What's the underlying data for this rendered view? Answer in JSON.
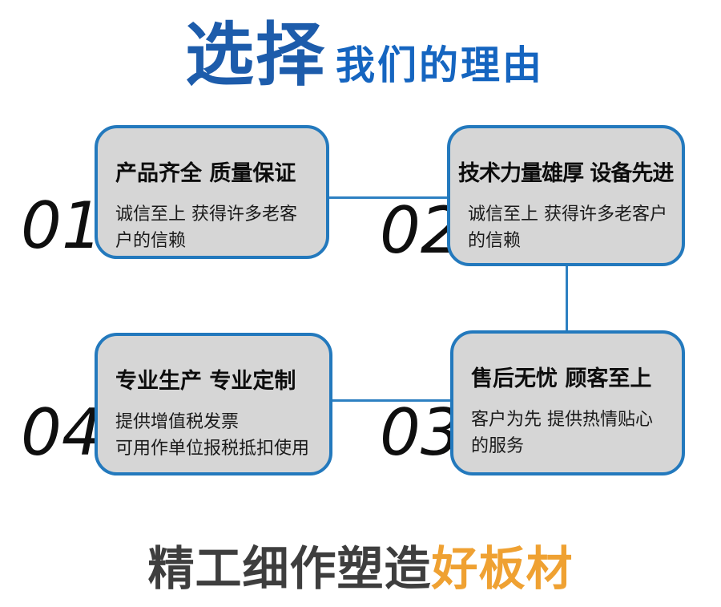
{
  "header": {
    "highlight": "选择",
    "rest": "我们的理由"
  },
  "cards": [
    {
      "number": "01",
      "title": "产品齐全 质量保证",
      "desc": "诚信至上 获得许多老客户的信赖"
    },
    {
      "number": "02",
      "title": "技术力量雄厚 设备先进",
      "desc": "诚信至上 获得许多老客户的信赖"
    },
    {
      "number": "03",
      "title": "售后无忧 顾客至上",
      "desc": "客户为先 提供热情贴心的服务"
    },
    {
      "number": "04",
      "title": "专业生产 专业定制",
      "desc": "提供增值税发票\n可用作单位报税抵扣使用"
    }
  ],
  "footer": {
    "text_dark": "精工细作塑造",
    "text_accent": "好板材"
  },
  "colors": {
    "title_blue": "#1d5cab",
    "subtitle_blue": "#1565c0",
    "card_border_blue": "#2379bd",
    "card_fill_gray": "#d6d6d6",
    "connector_blue": "#2d80c2",
    "footer_dark": "#3e3e3e",
    "footer_orange": "#efa132"
  }
}
